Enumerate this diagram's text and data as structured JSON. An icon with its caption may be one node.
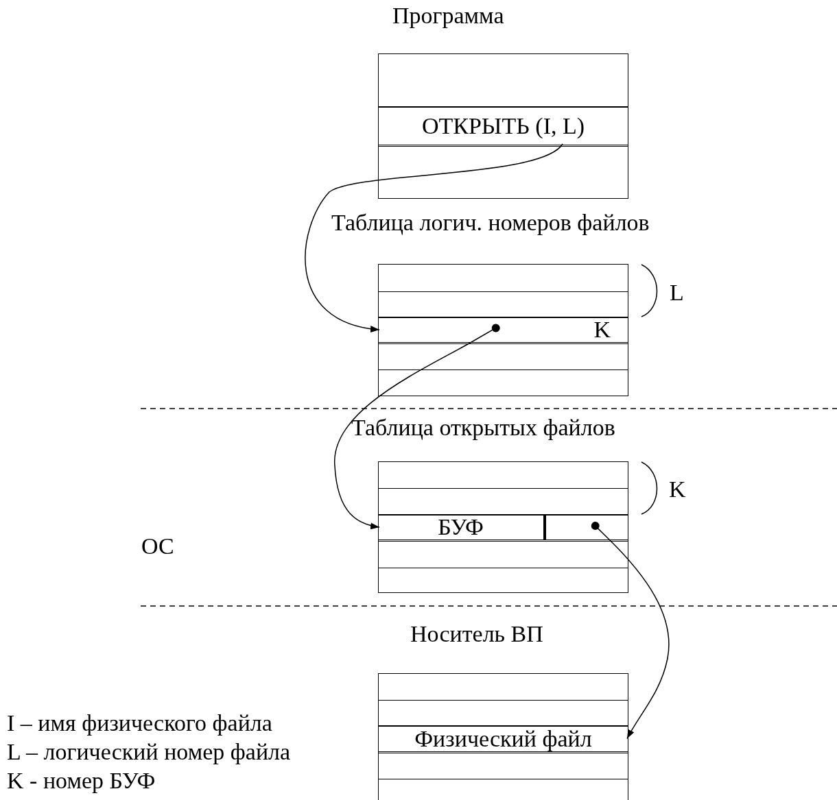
{
  "diagram": {
    "nodes": [
      {
        "text": [
          "Программа"
        ]
      },
      {
        "text": [
          "ОТКРЫТЬ (I, L)"
        ],
        "in": 0
      },
      {
        "text": [
          "Таблица логич. номеров файлов"
        ]
      },
      {
        "text": [
          "K"
        ],
        "in": 2
      },
      {
        "text": [
          "Таблица открытых файлов"
        ]
      },
      {
        "text": [
          "БУФ"
        ],
        "in": 4
      },
      {
        "text": [],
        "shape": "box",
        "in": 4
      },
      {
        "text": [
          "Носитель ВП"
        ]
      },
      {
        "text": [
          "Физический файл"
        ],
        "in": 7
      }
    ],
    "edges": [
      {
        "from": 1,
        "to": 3,
        "arrow": "to"
      },
      {
        "from": 3,
        "to": 5,
        "arrow": "to"
      },
      {
        "from": 6,
        "to": 8,
        "arrow": "to"
      }
    ],
    "labels": [
      "L",
      "K",
      "ОС",
      "I – имя физического файла",
      "L – логический номер файла",
      "K - номер БУФ"
    ]
  }
}
